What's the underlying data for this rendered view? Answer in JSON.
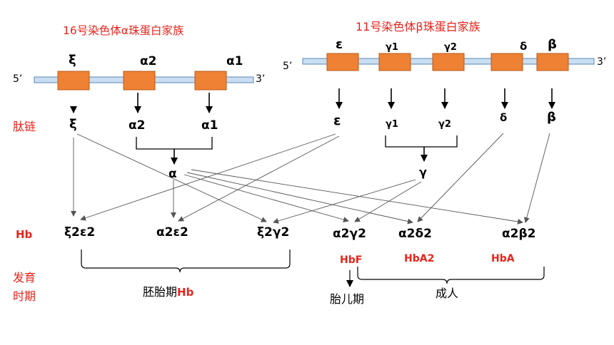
{
  "cluster16": {
    "title": "16号染色体α珠蛋白家族",
    "end5": "5’",
    "end3": "3’",
    "genes": [
      "ξ",
      "α2",
      "α1"
    ]
  },
  "cluster11": {
    "title": "11号染色体β珠蛋白家族",
    "end5": "5’",
    "end3": "3’",
    "genes": [
      "ε",
      "γ1",
      "γ2",
      "δ",
      "β"
    ]
  },
  "row_labels": {
    "peptide": "肽链",
    "hb": "Hb",
    "stage_line1": "发育",
    "stage_line2": "时期"
  },
  "peptides": {
    "xi": "ξ",
    "a2": "α2",
    "a1": "α1",
    "eps": "ε",
    "g1": "γ1",
    "g2": "γ2",
    "delta": "δ",
    "beta": "β",
    "alpha": "α",
    "gamma": "γ"
  },
  "hemoglobins": [
    "ξ2ε2",
    "α2ε2",
    "ξ2γ2",
    "α2γ2",
    "α2δ2",
    "α2β2"
  ],
  "hb_names": [
    "HbF",
    "HbA2",
    "HbA"
  ],
  "stages": {
    "embryonic": "胚胎期",
    "embryonic_suffix": "Hb",
    "fetal": "胎儿期",
    "adult": "成人"
  },
  "colors": {
    "gene_box": "#ee8133",
    "gene_box_border": "#b95a1a",
    "chromosome": "#c9dff1",
    "chromosome_border": "#5b87b8",
    "accent_red": "#e8241c"
  }
}
